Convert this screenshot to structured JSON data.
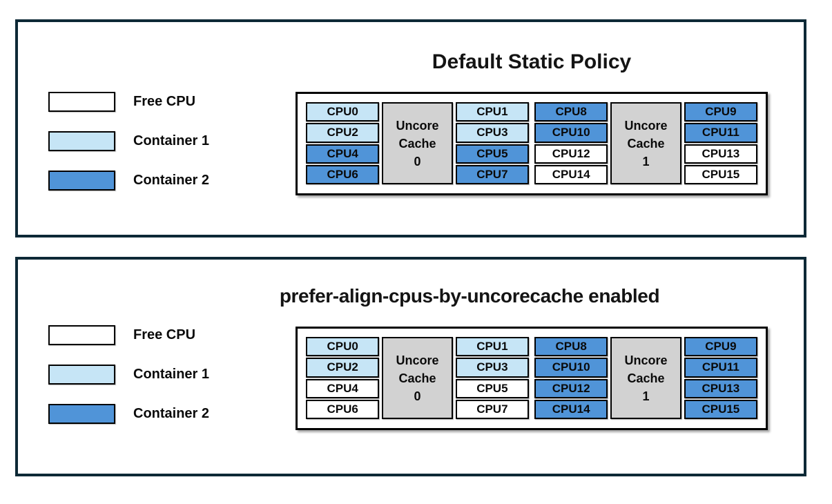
{
  "colors": {
    "free": "#ffffff",
    "container1": "#c6e5f6",
    "container2": "#5094d8",
    "uncore_cache_fill": "#d2d2d2",
    "panel_border": "#0d2936",
    "cell_border": "#000000"
  },
  "legend": {
    "items": [
      {
        "label": "Free CPU",
        "color_key": "free"
      },
      {
        "label": "Container 1",
        "color_key": "container1"
      },
      {
        "label": "Container 2",
        "color_key": "container2"
      }
    ]
  },
  "panels": [
    {
      "title": "Default Static Policy",
      "groups": [
        {
          "cache_label_lines": [
            "Uncore",
            "Cache",
            "0"
          ],
          "left_column": [
            {
              "label": "CPU0",
              "color_key": "container1"
            },
            {
              "label": "CPU2",
              "color_key": "container1"
            },
            {
              "label": "CPU4",
              "color_key": "container2"
            },
            {
              "label": "CPU6",
              "color_key": "container2"
            }
          ],
          "right_column": [
            {
              "label": "CPU1",
              "color_key": "container1"
            },
            {
              "label": "CPU3",
              "color_key": "container1"
            },
            {
              "label": "CPU5",
              "color_key": "container2"
            },
            {
              "label": "CPU7",
              "color_key": "container2"
            }
          ]
        },
        {
          "cache_label_lines": [
            "Uncore",
            "Cache",
            "1"
          ],
          "left_column": [
            {
              "label": "CPU8",
              "color_key": "container2"
            },
            {
              "label": "CPU10",
              "color_key": "container2"
            },
            {
              "label": "CPU12",
              "color_key": "free"
            },
            {
              "label": "CPU14",
              "color_key": "free"
            }
          ],
          "right_column": [
            {
              "label": "CPU9",
              "color_key": "container2"
            },
            {
              "label": "CPU11",
              "color_key": "container2"
            },
            {
              "label": "CPU13",
              "color_key": "free"
            },
            {
              "label": "CPU15",
              "color_key": "free"
            }
          ]
        }
      ]
    },
    {
      "title": "prefer-align-cpus-by-uncorecache enabled",
      "groups": [
        {
          "cache_label_lines": [
            "Uncore",
            "Cache",
            "0"
          ],
          "left_column": [
            {
              "label": "CPU0",
              "color_key": "container1"
            },
            {
              "label": "CPU2",
              "color_key": "container1"
            },
            {
              "label": "CPU4",
              "color_key": "free"
            },
            {
              "label": "CPU6",
              "color_key": "free"
            }
          ],
          "right_column": [
            {
              "label": "CPU1",
              "color_key": "container1"
            },
            {
              "label": "CPU3",
              "color_key": "container1"
            },
            {
              "label": "CPU5",
              "color_key": "free"
            },
            {
              "label": "CPU7",
              "color_key": "free"
            }
          ]
        },
        {
          "cache_label_lines": [
            "Uncore",
            "Cache",
            "1"
          ],
          "left_column": [
            {
              "label": "CPU8",
              "color_key": "container2"
            },
            {
              "label": "CPU10",
              "color_key": "container2"
            },
            {
              "label": "CPU12",
              "color_key": "container2"
            },
            {
              "label": "CPU14",
              "color_key": "container2"
            }
          ],
          "right_column": [
            {
              "label": "CPU9",
              "color_key": "container2"
            },
            {
              "label": "CPU11",
              "color_key": "container2"
            },
            {
              "label": "CPU13",
              "color_key": "container2"
            },
            {
              "label": "CPU15",
              "color_key": "container2"
            }
          ]
        }
      ]
    }
  ]
}
